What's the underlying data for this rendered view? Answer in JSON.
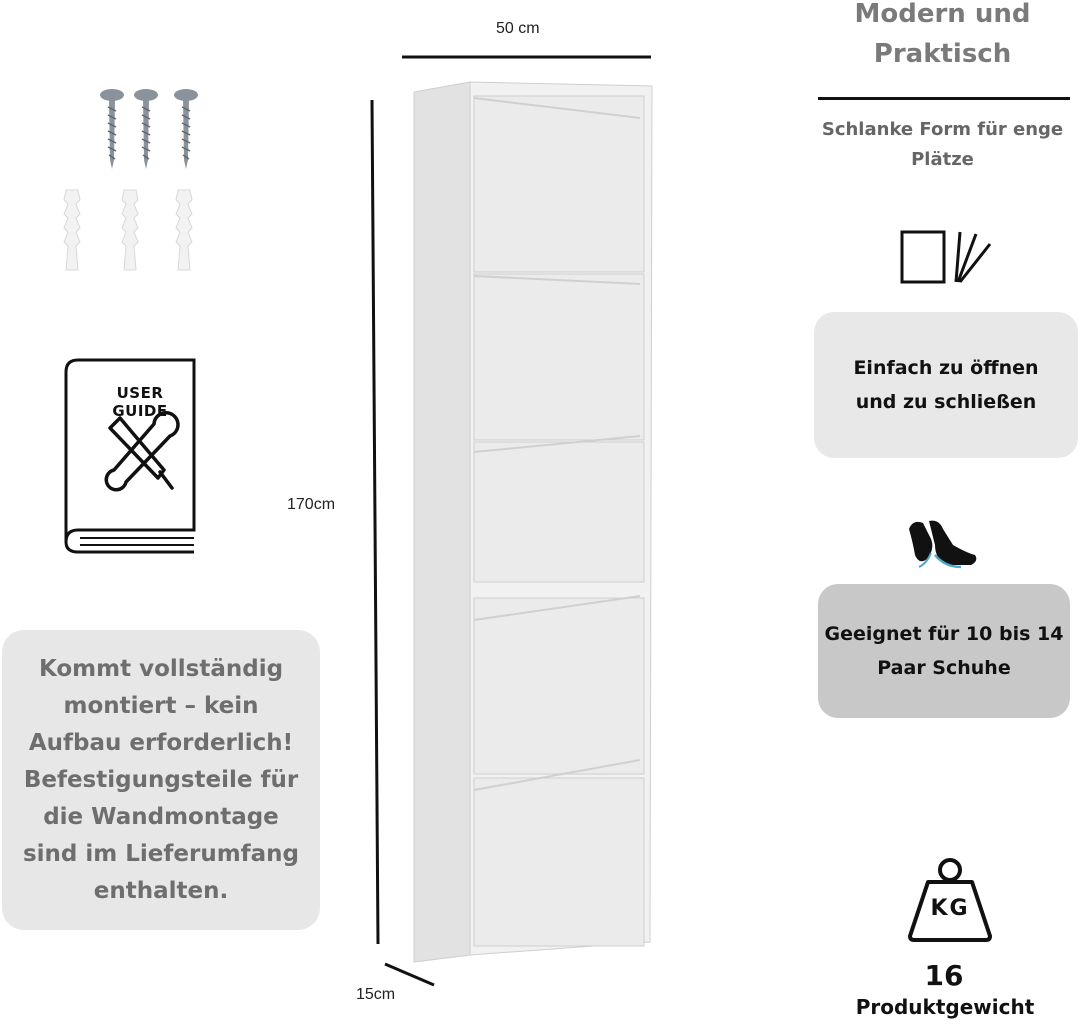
{
  "dimensions": {
    "width": "50 cm",
    "height": "170cm",
    "depth": "15cm"
  },
  "hardware": {
    "screws_icon": "screw-icon",
    "anchors_icon": "wall-plug-icon"
  },
  "manual": {
    "label": "USER GUIDE",
    "icon": "wrench-screwdriver-icon"
  },
  "left_box": {
    "text": "Kommt vollständig montiert – kein Aufbau erforderlich! Befestigungsteile für die Wandmontage sind im Lieferumfang enthalten."
  },
  "right": {
    "title": "Modern und Praktisch",
    "subtitle": "Schlanke Form für enge Plätze",
    "slim_icon": "slim-form-icon",
    "box1": "Einfach zu öffnen und zu schließen",
    "shoes_icon": "shoes-icon",
    "box2": "Geeignet für 10 bis 14 Paar Schuhe",
    "weight_icon": "weight-kg-icon",
    "weight_symbol": "KG",
    "weight_value": "16",
    "weight_label": "Produktgewicht"
  },
  "cabinet": {
    "drawers": 5,
    "color": "#ebebeb"
  }
}
